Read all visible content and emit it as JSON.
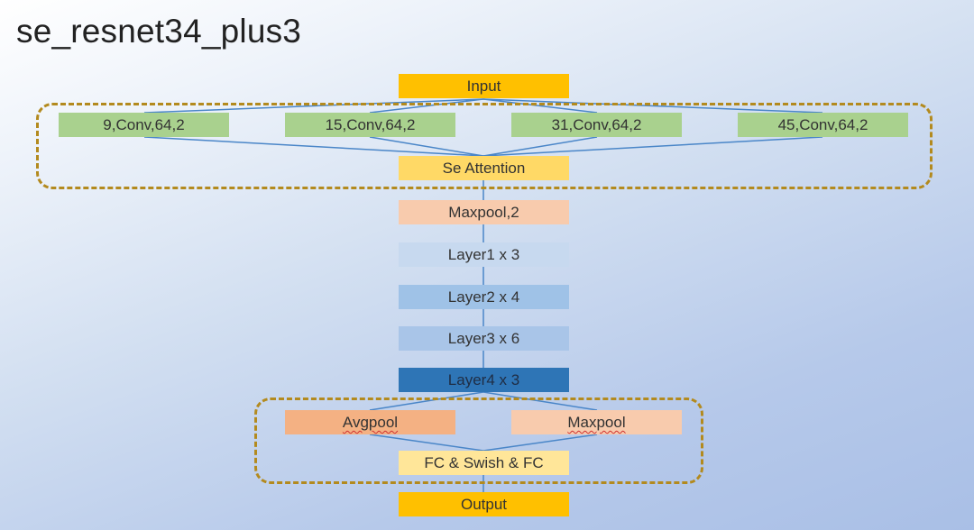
{
  "title": "se_resnet34_plus3",
  "nodes": {
    "input": "Input",
    "conv_branches": [
      "9,Conv,64,2",
      "15,Conv,64,2",
      "31,Conv,64,2",
      "45,Conv,64,2"
    ],
    "se_attention": "Se Attention",
    "maxpool_stem": "Maxpool,2",
    "layer1": "Layer1 x 3",
    "layer2": "Layer2 x 4",
    "layer3": "Layer3 x 6",
    "layer4": "Layer4 x 3",
    "avgpool": "Avgpool",
    "maxpool_head": "Maxpool",
    "fc": "FC & Swish & FC",
    "output": "Output"
  },
  "colors": {
    "connector": "#4a86c8",
    "group_border": "#b38a1e"
  }
}
